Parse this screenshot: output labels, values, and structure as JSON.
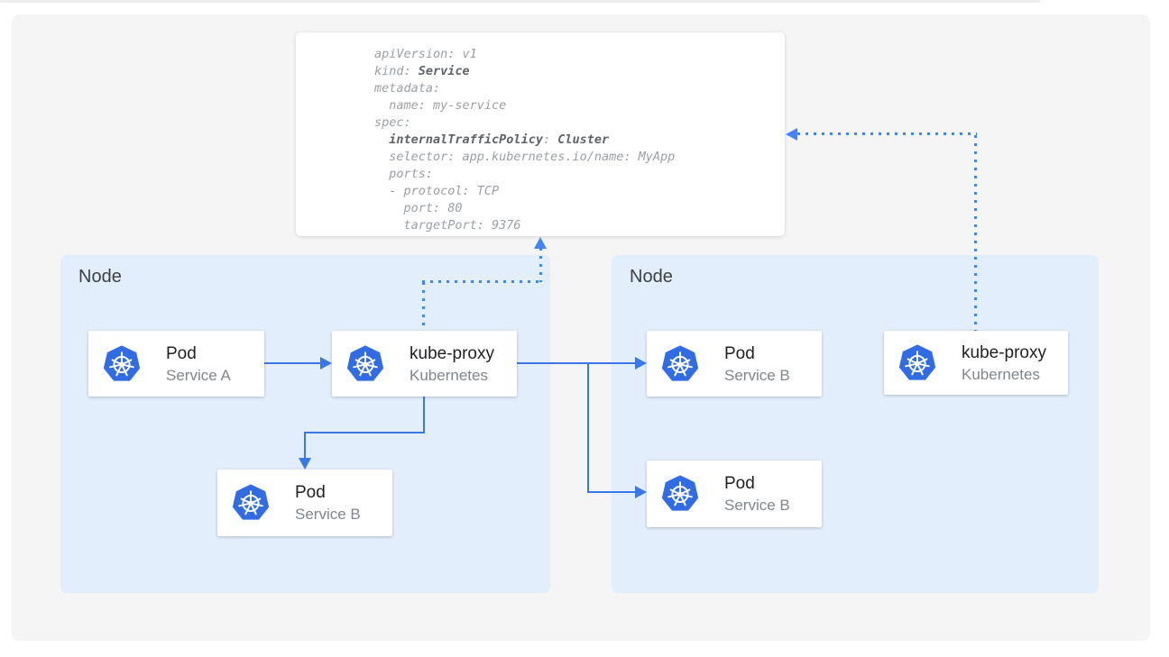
{
  "yaml_code": {
    "lines": [
      [
        {
          "t": "apiVersion: v1",
          "b": false
        }
      ],
      [
        {
          "t": "kind: ",
          "b": false
        },
        {
          "t": "Service",
          "b": true
        }
      ],
      [
        {
          "t": "metadata:",
          "b": false
        }
      ],
      [
        {
          "t": "  name: my-service",
          "b": false
        }
      ],
      [
        {
          "t": "spec:",
          "b": false
        }
      ],
      [
        {
          "t": "  ",
          "b": false
        },
        {
          "t": "internalTrafficPolicy",
          "b": true
        },
        {
          "t": ": ",
          "b": false
        },
        {
          "t": "Cluster",
          "b": true
        }
      ],
      [
        {
          "t": "  selector: app.kubernetes.io/name: MyApp",
          "b": false
        }
      ],
      [
        {
          "t": "  ports:",
          "b": false
        }
      ],
      [
        {
          "t": "  - protocol: TCP",
          "b": false
        }
      ],
      [
        {
          "t": "    port: 80",
          "b": false
        }
      ],
      [
        {
          "t": "    targetPort: 9376",
          "b": false
        }
      ]
    ]
  },
  "nodes": [
    {
      "label": "Node"
    },
    {
      "label": "Node"
    }
  ],
  "cards": [
    {
      "title": "Pod",
      "subtitle": "Service A",
      "icon": "kubernetes-icon"
    },
    {
      "title": "kube-proxy",
      "subtitle": "Kubernetes",
      "icon": "kubernetes-icon"
    },
    {
      "title": "Pod",
      "subtitle": "Service B",
      "icon": "kubernetes-icon"
    },
    {
      "title": "Pod",
      "subtitle": "Service B",
      "icon": "kubernetes-icon"
    },
    {
      "title": "Pod",
      "subtitle": "Service B",
      "icon": "kubernetes-icon"
    },
    {
      "title": "kube-proxy",
      "subtitle": "Kubernetes",
      "icon": "kubernetes-icon"
    }
  ],
  "colors": {
    "arrow_solid": "#3b78e7",
    "arrow_dotted": "#4285f4",
    "kubernetes_blue": "#326ce5",
    "node_background": "#e2eefb",
    "panel_background": "#f5f5f6",
    "code_text": "#9aa0a6",
    "code_text_bold": "#5f6368"
  }
}
